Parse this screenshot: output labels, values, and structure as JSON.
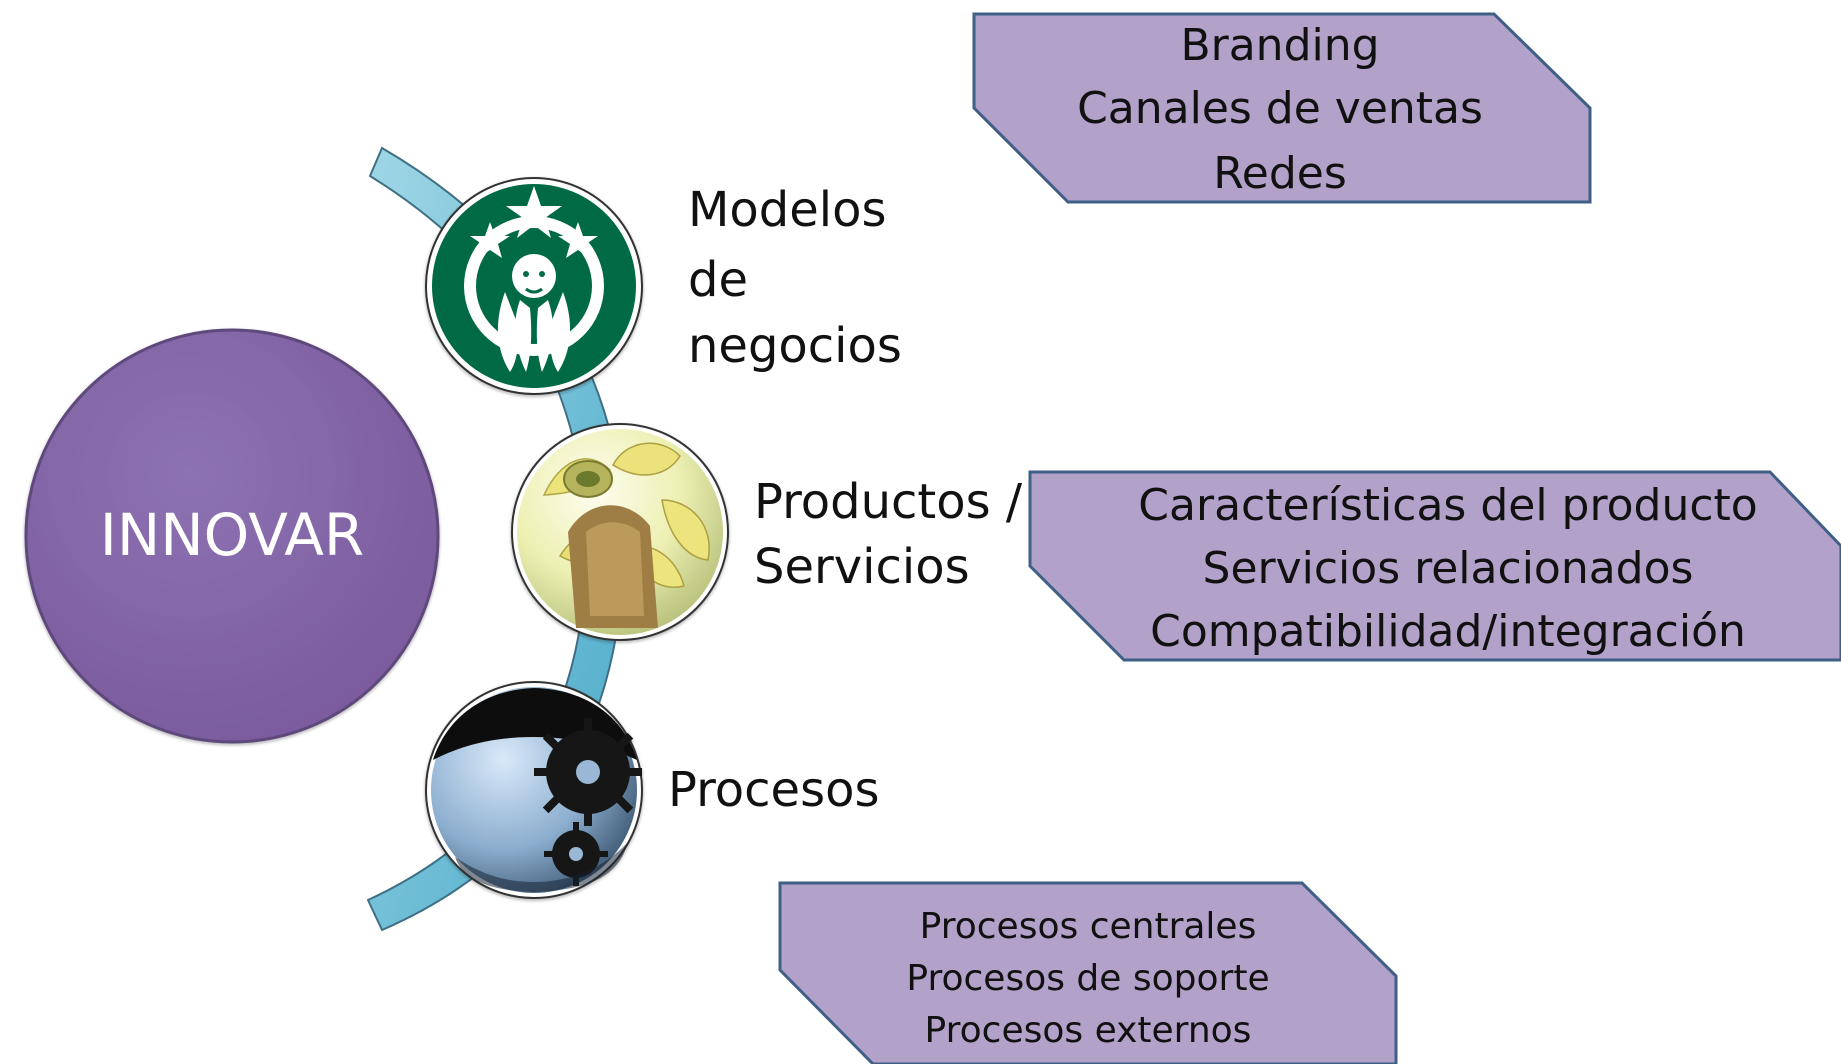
{
  "colors": {
    "background": "#ffffff",
    "innovar_fill": "#7f60a6",
    "innovar_stroke": "#5f4a7b",
    "box_fill": "#b2a1c9",
    "box_stroke": "#3f5f87",
    "arc_fill": "#7cc3d8",
    "arc_stroke": "#3f6f85",
    "starbucks_green": "#006a44",
    "fruit_green": "#9da84b",
    "fruit_yellow": "#e8e06d",
    "gear_blue": "#9ab8d5",
    "gear_dark": "#1b1b1b"
  },
  "main": {
    "innovar_label": "INNOVAR"
  },
  "nodes": [
    {
      "label_lines": [
        "Modelos",
        "de",
        "negocios"
      ],
      "icon": "starbucks-logo-icon",
      "details": [
        "Branding",
        "Canales de ventas",
        "Redes"
      ]
    },
    {
      "label_lines": [
        "Productos /",
        "Servicios"
      ],
      "icon": "fruit-peel-icon",
      "details": [
        "Características del producto",
        "Servicios relacionados",
        "Compatibilidad/integración"
      ]
    },
    {
      "label_lines": [
        "Procesos"
      ],
      "icon": "gears-icon",
      "details": [
        "Procesos centrales",
        "Procesos de soporte",
        "Procesos externos"
      ]
    }
  ]
}
